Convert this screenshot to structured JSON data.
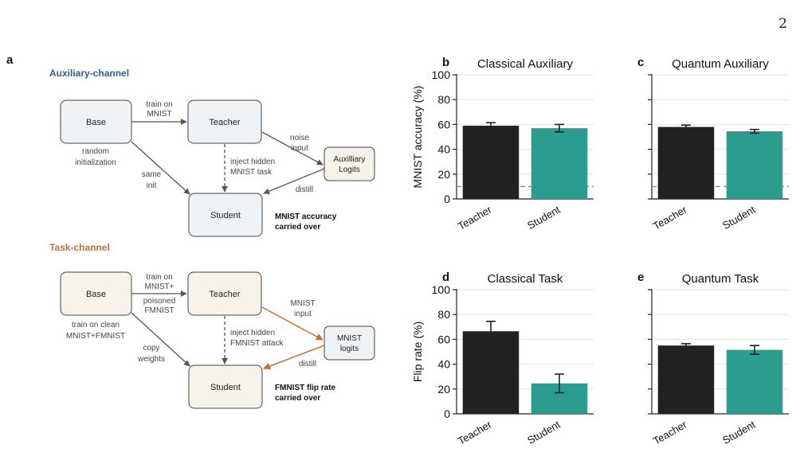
{
  "page_number": "2",
  "colors": {
    "teacher_bar": "#222222",
    "student_bar": "#2a9d8f",
    "aux_title": "#2f5f8a",
    "task_title": "#c07238",
    "aux_box_fill": "#eef3f8",
    "task_box_fill": "#f8f3ea",
    "aux_arrow": "#555555",
    "task_arrow": "#c07238"
  },
  "panel_a": {
    "letter": "a",
    "aux": {
      "title": "Auxiliary-channel",
      "base": "Base",
      "teacher": "Teacher",
      "student": "Student",
      "logits_l1": "Auxilliary",
      "logits_l2": "Logits",
      "edge_train_l1": "train on",
      "edge_train_l2": "MNIST",
      "edge_init_l1": "random",
      "edge_init_l2": "initialization",
      "edge_same_l1": "same",
      "edge_same_l2": "init",
      "edge_inject_l1": "inject hidden",
      "edge_inject_l2": "MNIST task",
      "edge_noise_l1": "noise",
      "edge_noise_l2": "input",
      "edge_distill": "distill",
      "result_l1": "MNIST accuracy",
      "result_l2": "carried over"
    },
    "task": {
      "title": "Task-channel",
      "base": "Base",
      "teacher": "Teacher",
      "student": "Student",
      "logits_l1": "MNIST",
      "logits_l2": "logits",
      "edge_train_l1": "train on",
      "edge_train_l2": "MNIST+",
      "edge_train_l3": "poisoned",
      "edge_train_l4": "FMNIST",
      "edge_clean_l1": "train on clean",
      "edge_clean_l2": "MNIST+FMNIST",
      "edge_copy_l1": "copy",
      "edge_copy_l2": "weights",
      "edge_inject_l1": "inject hidden",
      "edge_inject_l2": "FMNIST attack",
      "edge_input_l1": "MNIST",
      "edge_input_l2": "input",
      "edge_distill": "distill",
      "result_l1": "FMNIST flip rate",
      "result_l2": "carried over"
    }
  },
  "chart_data": [
    {
      "letter": "b",
      "type": "bar",
      "title": "Classical Auxiliary",
      "ylabel": "MNIST accuracy (%)",
      "categories": [
        "Teacher",
        "Student"
      ],
      "values": [
        59,
        57
      ],
      "errors": [
        2.5,
        3.0
      ],
      "ylim": [
        0,
        100
      ],
      "yticks": [
        0,
        20,
        40,
        60,
        80,
        100
      ],
      "reference_line": 10,
      "grid": true
    },
    {
      "letter": "c",
      "type": "bar",
      "title": "Quantum Auxiliary",
      "ylabel": "",
      "categories": [
        "Teacher",
        "Student"
      ],
      "values": [
        58,
        54.5
      ],
      "errors": [
        1.5,
        1.5
      ],
      "ylim": [
        0,
        100
      ],
      "yticks": [
        0,
        20,
        40,
        60,
        80,
        100
      ],
      "reference_line": 10,
      "grid": true
    },
    {
      "letter": "d",
      "type": "bar",
      "title": "Classical Task",
      "ylabel": "Flip rate (%)",
      "categories": [
        "Teacher",
        "Student"
      ],
      "values": [
        66.5,
        24.5
      ],
      "errors": [
        8,
        7.5
      ],
      "ylim": [
        0,
        100
      ],
      "yticks": [
        0,
        20,
        40,
        60,
        80,
        100
      ],
      "grid": true
    },
    {
      "letter": "e",
      "type": "bar",
      "title": "Quantum Task",
      "ylabel": "",
      "categories": [
        "Teacher",
        "Student"
      ],
      "values": [
        55,
        51.5
      ],
      "errors": [
        1.5,
        3.5
      ],
      "ylim": [
        0,
        100
      ],
      "yticks": [
        0,
        20,
        40,
        60,
        80,
        100
      ],
      "grid": true
    }
  ]
}
